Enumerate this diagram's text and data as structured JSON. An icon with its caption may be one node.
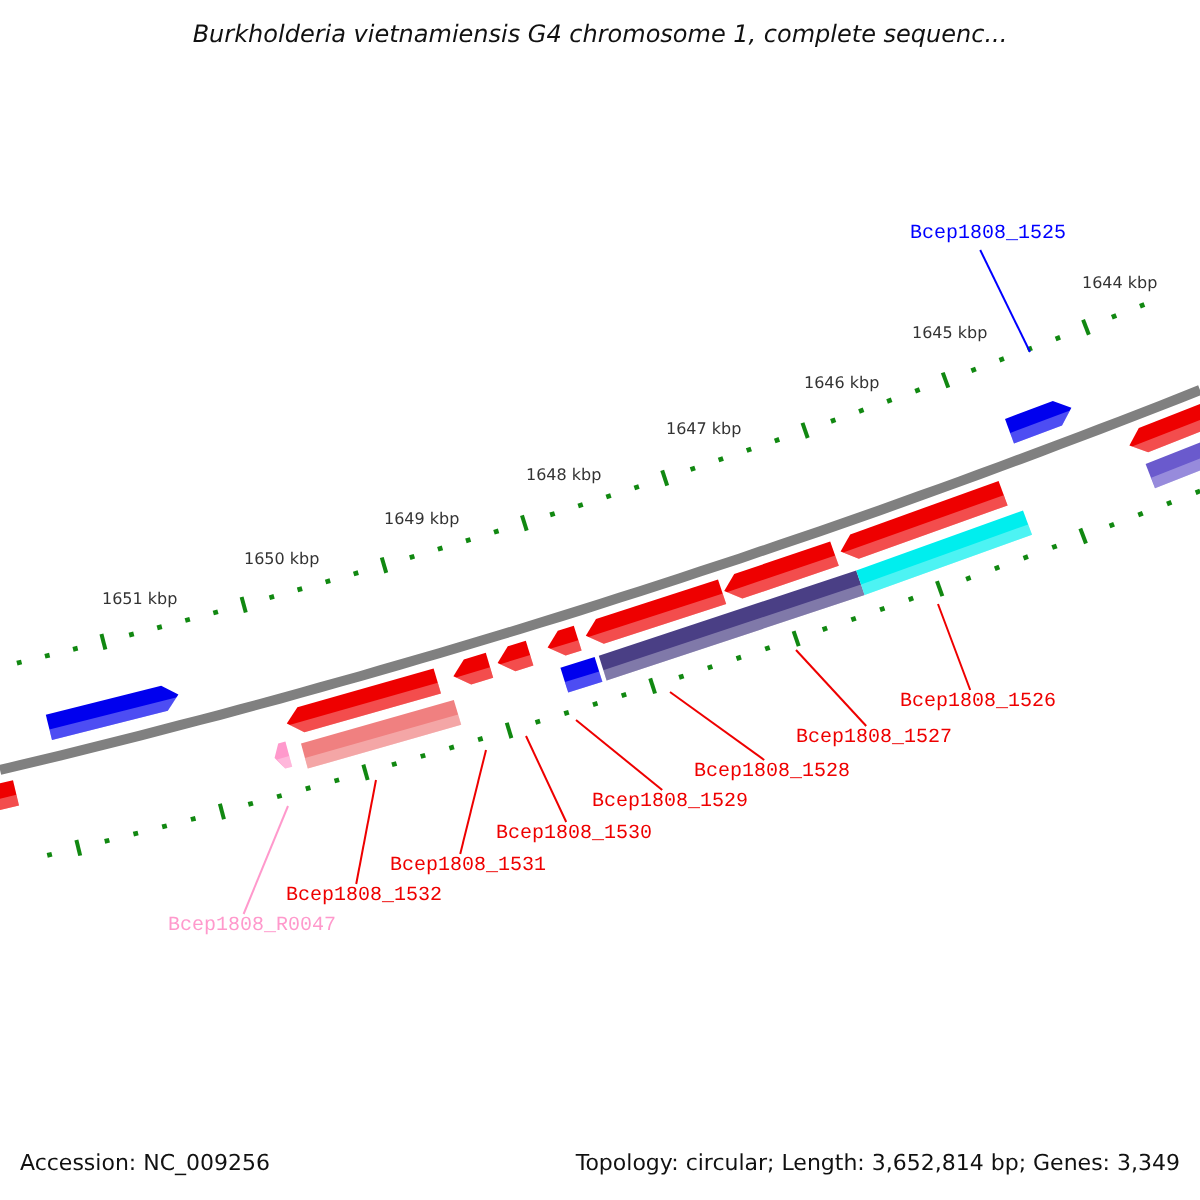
{
  "diagram": {
    "title": "Burkholderia vietnamiensis G4 chromosome 1, complete sequenc...",
    "nodes": [
      {
        "text": [
          "Bcep1808_1525"
        ]
      },
      {
        "text": [
          "Bcep1808_1526"
        ]
      },
      {
        "text": [
          "Bcep1808_1527"
        ]
      },
      {
        "text": [
          "Bcep1808_1528"
        ]
      },
      {
        "text": [
          "Bcep1808_1529"
        ]
      },
      {
        "text": [
          "Bcep1808_1530"
        ]
      },
      {
        "text": [
          "Bcep1808_1531"
        ]
      },
      {
        "text": [
          "Bcep1808_1532"
        ]
      },
      {
        "text": [
          "Bcep1808_R0047"
        ]
      }
    ],
    "edges": [
      {
        "from": 0,
        "to": null,
        "arrow": "none",
        "color": "#0000ff"
      },
      {
        "from": 1,
        "to": null,
        "arrow": "none"
      },
      {
        "from": 2,
        "to": null,
        "arrow": "none"
      },
      {
        "from": 3,
        "to": null,
        "arrow": "none"
      },
      {
        "from": 4,
        "to": null,
        "arrow": "none"
      },
      {
        "from": 5,
        "to": null,
        "arrow": "none"
      },
      {
        "from": 6,
        "to": null,
        "arrow": "none"
      },
      {
        "from": 7,
        "to": null,
        "arrow": "none"
      },
      {
        "from": 8,
        "to": null,
        "arrow": "none",
        "color": "#ff99cc"
      }
    ],
    "labels": [
      "1644 kbp",
      "1645 kbp",
      "1646 kbp",
      "1647 kbp",
      "1648 kbp",
      "1649 kbp",
      "1650 kbp",
      "1651 kbp",
      "Accession: NC_009256",
      "Topology: circular; Length: 3,652,814 bp; Genes: 3,349"
    ]
  }
}
